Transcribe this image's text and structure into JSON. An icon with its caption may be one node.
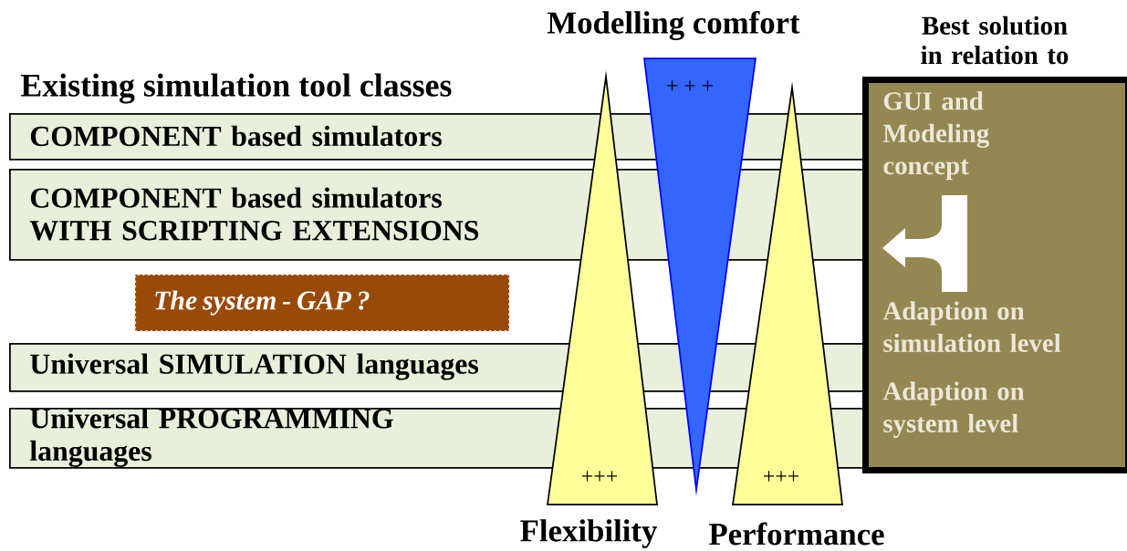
{
  "diagram": {
    "title": "Existing simulation tool classes",
    "nodes": [
      {
        "text": [
          "COMPONENT based simulators"
        ]
      },
      {
        "text": [
          "COMPONENT based simulators WITH SCRIPTING EXTENSIONS"
        ]
      },
      {
        "text": [
          "The system - GAP ?"
        ]
      },
      {
        "text": [
          "Universal SIMULATION languages"
        ]
      },
      {
        "text": [
          "Universal PROGRAMMING languages"
        ]
      },
      {
        "text": [
          "+++",
          "Flexibility"
        ]
      },
      {
        "text": [
          "Modelling comfort",
          "+ + +"
        ]
      },
      {
        "text": [
          "+++",
          "Performance"
        ]
      },
      {
        "text": [
          "Best solution in relation to",
          "GUI and Modeling concept",
          "Adaption on simulation level",
          "Adaption on system level"
        ]
      }
    ]
  }
}
